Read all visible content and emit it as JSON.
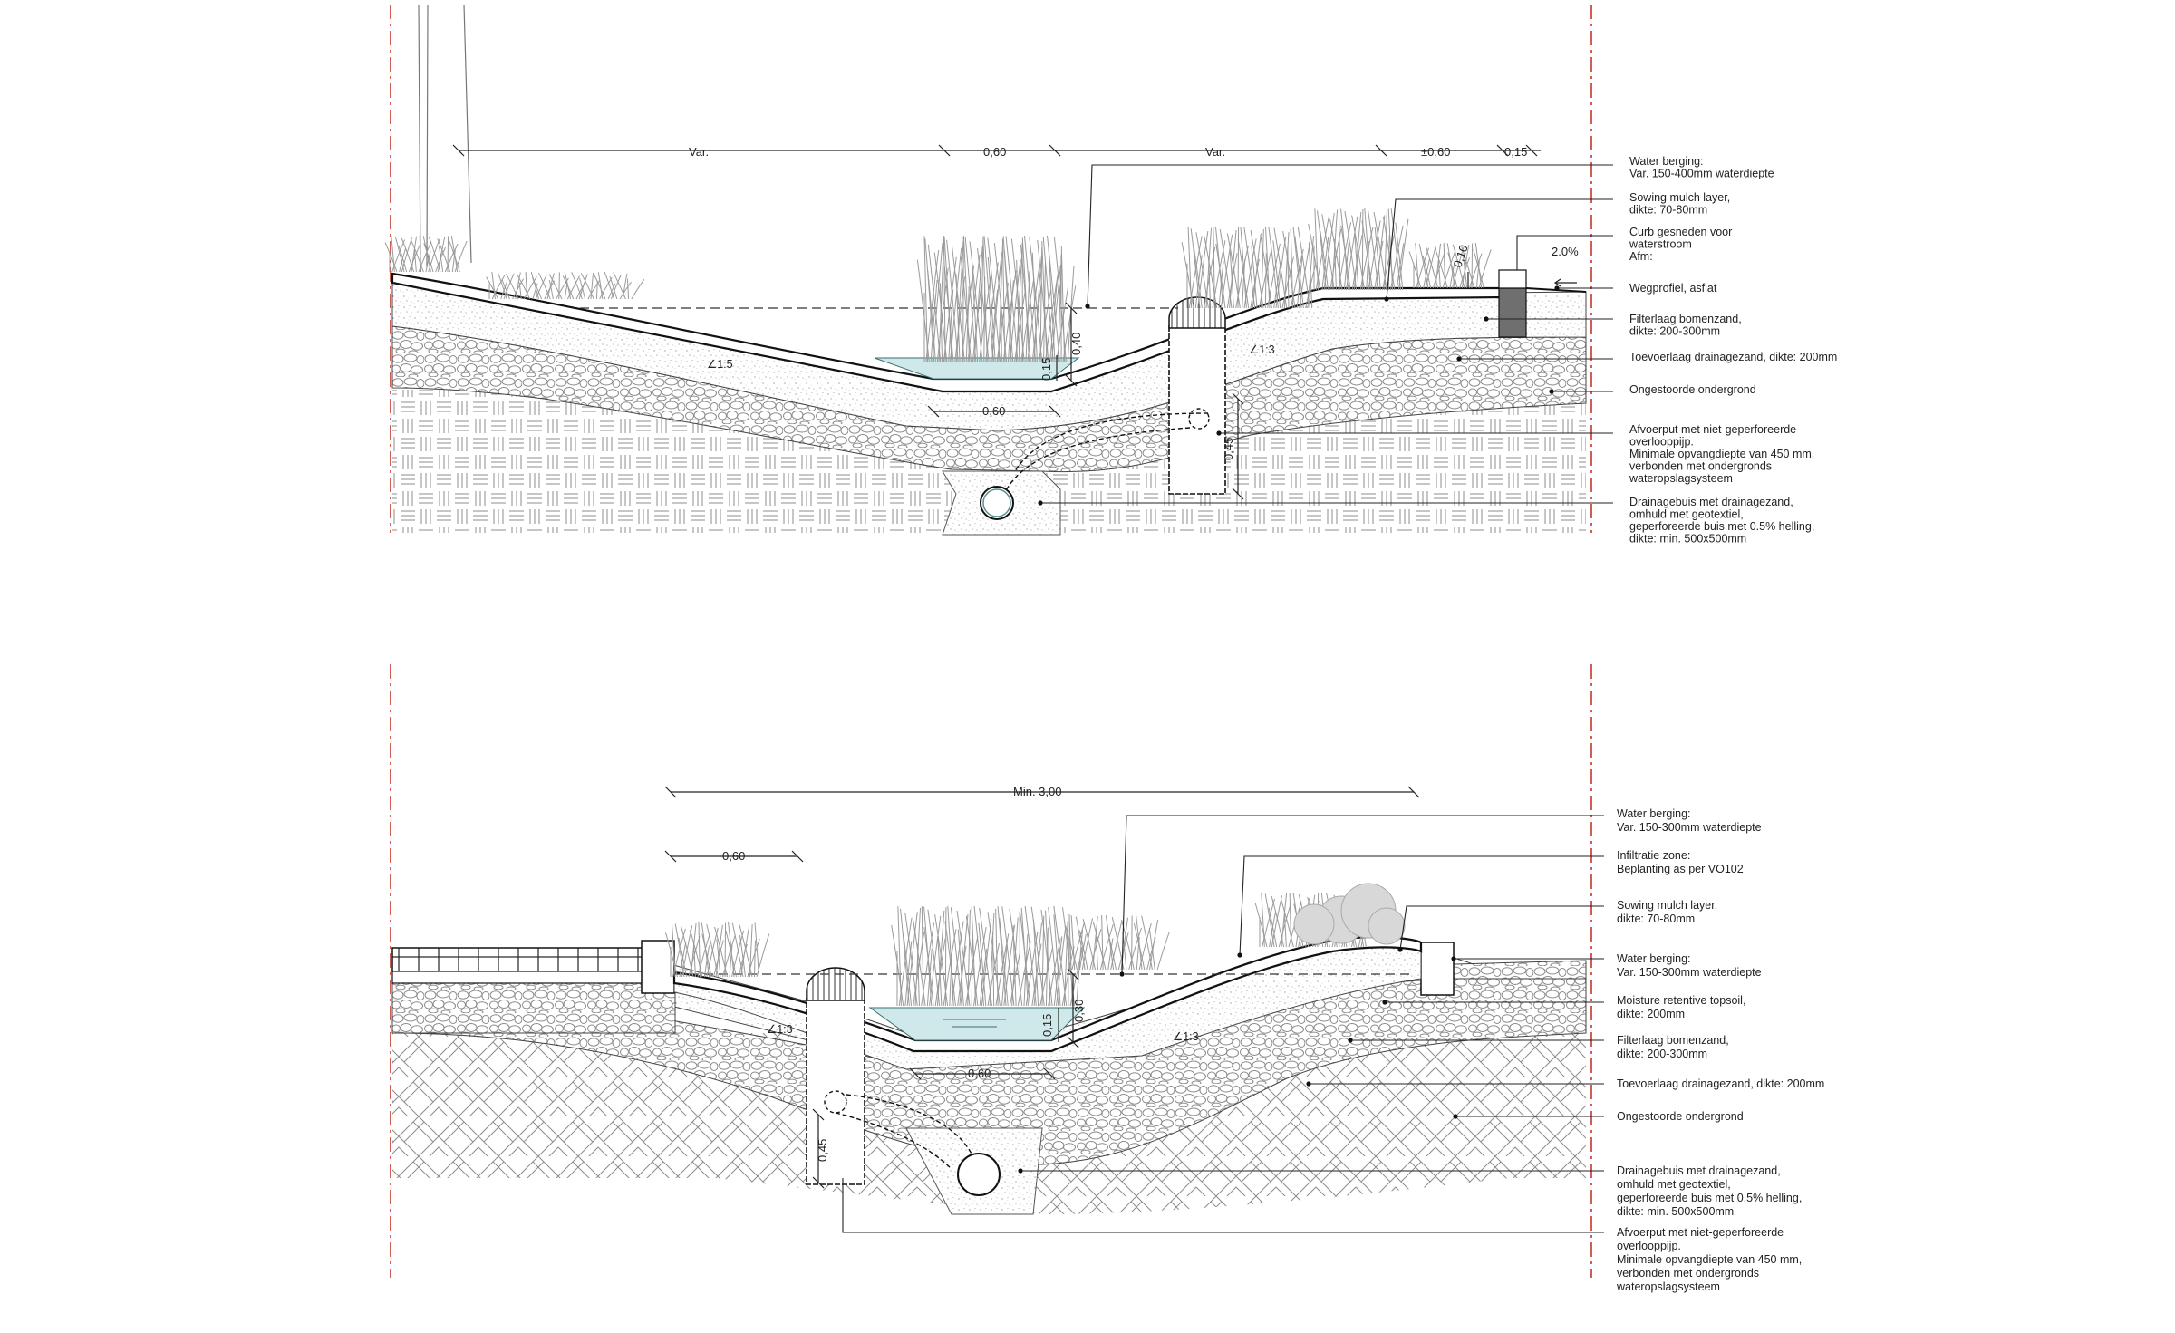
{
  "sections": [
    {
      "id": "top",
      "dimensions": {
        "overall": [
          "Var.",
          "0,60",
          "Var.",
          "±0,60",
          "0,15"
        ],
        "bottom_width": "0,60",
        "water_depth": "0,15",
        "ponding_height": "0,40",
        "overflow_depth": "0,45",
        "curb_height": "0,10",
        "road_slope": "2.0%"
      },
      "slopes": {
        "left": "∠1:5",
        "right": "∠1:3"
      },
      "labels": [
        [
          "Water berging:",
          "Var. 150-400mm waterdiepte"
        ],
        [
          "Sowing mulch layer,",
          "dikte: 70-80mm"
        ],
        [
          "Curb gesneden voor",
          "waterstroom",
          "Afm:"
        ],
        [
          "Wegprofiel, asflat"
        ],
        [
          "Filterlaag bomenzand,",
          "dikte: 200-300mm"
        ],
        [
          "Toevoerlaag drainagezand, dikte: 200mm"
        ],
        [
          "Ongestoorde ondergrond"
        ],
        [
          "Afvoerput met niet-geperforeerde",
          "overlooppijp.",
          "Minimale opvangdiepte van 450 mm,",
          "verbonden met ondergronds",
          "wateropslagsysteem"
        ],
        [
          "Drainagebuis met drainagezand,",
          "omhuld met geotextiel,",
          "geperforeerde buis met 0.5% helling,",
          "dikte:  min. 500x500mm"
        ]
      ]
    },
    {
      "id": "bottom",
      "dimensions": {
        "overall": "Min. 3,00",
        "left_edge": "0,60",
        "bottom_width": "0,60",
        "water_depth": "0,15",
        "ponding_height": "0,30",
        "overflow_depth": "0,45"
      },
      "slopes": {
        "left": "∠1:3",
        "right": "∠1:3"
      },
      "labels": [
        [
          "Water berging:",
          "Var. 150-300mm waterdiepte"
        ],
        [
          "Infiltratie zone:",
          "Beplanting as per VO102"
        ],
        [
          "Sowing mulch layer,",
          "dikte: 70-80mm"
        ],
        [
          "Water berging:",
          "Var. 150-300mm waterdiepte"
        ],
        [
          "Moisture retentive topsoil,",
          "dikte: 200mm"
        ],
        [
          "Filterlaag bomenzand,",
          "dikte: 200-300mm"
        ],
        [
          "Toevoerlaag drainagezand, dikte: 200mm"
        ],
        [
          "Ongestoorde ondergrond"
        ],
        [
          "Drainagebuis met drainagezand,",
          "omhuld met geotextiel,",
          "geperforeerde buis met 0.5% helling,",
          "dikte:  min. 500x500mm"
        ],
        [
          "Afvoerput met niet-geperforeerde",
          "overlooppijp.",
          "Minimale opvangdiepte van 450 mm,",
          "verbonden met ondergronds",
          "wateropslagsysteem"
        ]
      ]
    }
  ],
  "colors": {
    "line": "#1a1a1a",
    "cut_line": "#c8342b",
    "water": "#cfe9ea",
    "vegetation": "#9a9a9a"
  }
}
